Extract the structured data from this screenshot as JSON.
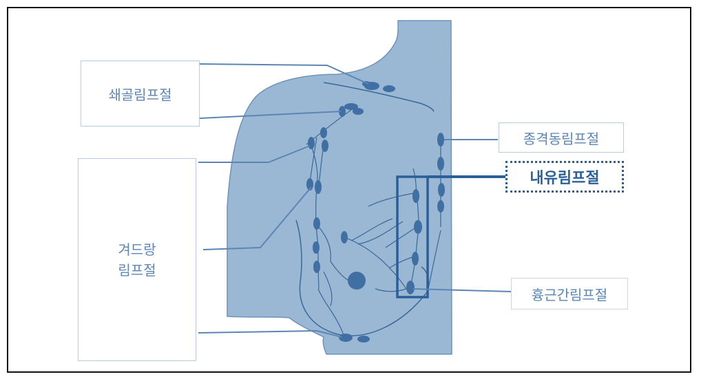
{
  "labels": {
    "clavicular": "쇄골림프절",
    "axillary_line1": "겨드랑",
    "axillary_line2": "림프절",
    "mediastinal": "종격동림프절",
    "internal_mammary": "내유림프절",
    "interpectoral": "흉근간림프절"
  },
  "colors": {
    "body_fill": "#9ab7d3",
    "body_outline": "#6d93bb",
    "node_fill": "#3f6fa3",
    "vessel": "#3a6898",
    "leader": "#5b86b4",
    "highlight": "#2a5f9a"
  }
}
